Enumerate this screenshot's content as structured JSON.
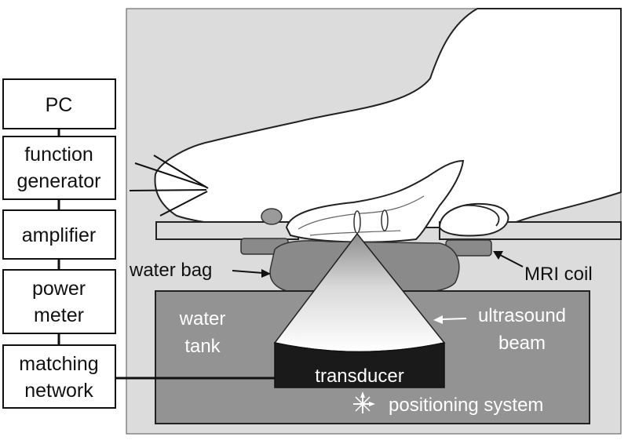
{
  "colors": {
    "background_panel": "#dcdcdc",
    "body": "#ffffff",
    "tank": "#939393",
    "transducer": "#1a1a1a",
    "pads": "#8a8a8a",
    "outline": "#222222"
  },
  "chain": {
    "pc": [
      "PC"
    ],
    "function_generator": [
      "function",
      "generator"
    ],
    "amplifier": [
      "amplifier"
    ],
    "power_meter": [
      "power",
      "meter"
    ],
    "matching_network": [
      "matching",
      "network"
    ]
  },
  "labels": {
    "water_bag": "water bag",
    "mri_coil": "MRI coil",
    "water_tank": [
      "water",
      "tank"
    ],
    "ultrasound_beam": [
      "ultrasound",
      "beam"
    ],
    "transducer": "transducer",
    "positioning_system": "positioning system"
  },
  "icons": {
    "positioning": "star-cross-icon"
  }
}
